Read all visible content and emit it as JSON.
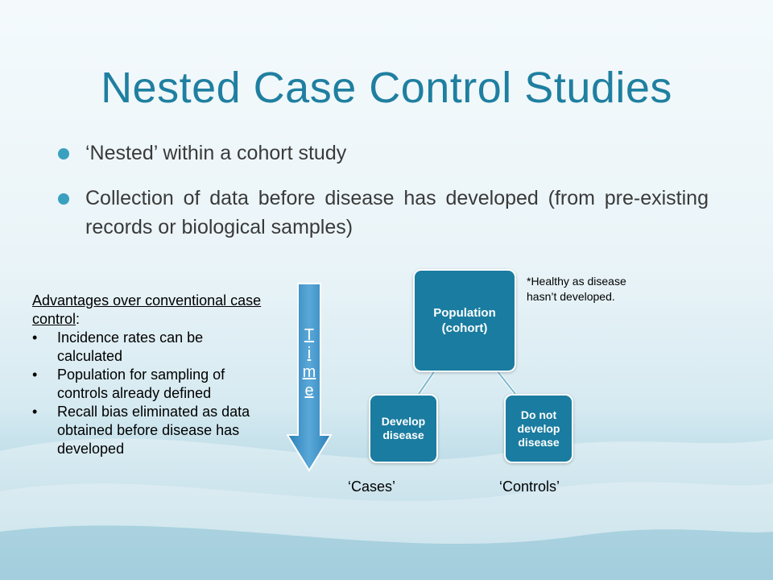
{
  "slide": {
    "title": "Nested Case Control Studies",
    "bullets": [
      "‘Nested’ within a cohort study",
      "Collection of data before disease has developed (from pre-existing records or biological samples)"
    ]
  },
  "advantages": {
    "heading": "Advantages over conventional case control",
    "heading_suffix": ":",
    "bullet_glyph": "•",
    "items": [
      "Incidence rates can be calculated",
      "Population for sampling of controls already defined",
      "Recall bias eliminated as data obtained before disease has developed"
    ]
  },
  "timeline": {
    "letters": [
      "T",
      "i",
      "m",
      "e"
    ]
  },
  "diagram": {
    "population": "Population (cohort)",
    "develop": "Develop disease",
    "no_develop": "Do not develop disease",
    "note": "*Healthy as disease hasn’t developed.",
    "cases_label": "‘Cases’",
    "controls_label": "‘Controls’"
  },
  "colors": {
    "title": "#1f7fa0",
    "node_fill": "#1a7ca0",
    "arrow_fill": "#3a8fc4",
    "bullet": "#3aa0c0"
  }
}
